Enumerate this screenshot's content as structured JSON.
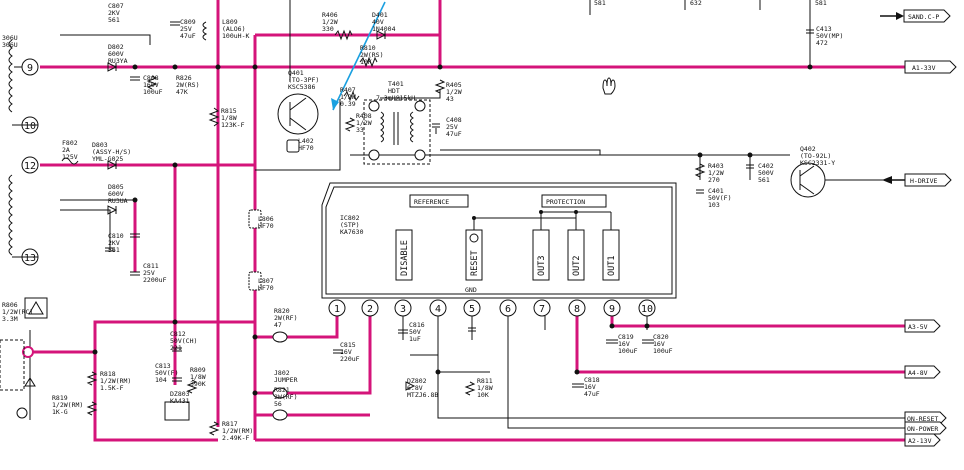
{
  "pins_left": [
    "9",
    "10",
    "12",
    "13"
  ],
  "ic_pins": [
    "1",
    "2",
    "3",
    "4",
    "5",
    "6",
    "7",
    "8",
    "9",
    "10"
  ],
  "ic": {
    "ref": "IC802",
    "part": "(STP)",
    "model": "KA7630",
    "reference": "REFERENCE",
    "protection": "PROTECTION",
    "disable": "DISABLE",
    "reset": "RESET",
    "gnd": "GND",
    "out3": "OUT3",
    "out2": "OUT2",
    "out1": "OUT1"
  },
  "connectors": [
    "SAND.C-P",
    "A1-33V",
    "H-DRIVE",
    "A3-5V",
    "A4-8V",
    "ON-RESET",
    "ON-POWER",
    "A2-13V"
  ],
  "parts": {
    "q401": [
      "Q401",
      "(TO-3PF)",
      "KSC5386"
    ],
    "d401": [
      "D401",
      "40V",
      "1N4004"
    ],
    "r406": [
      "R406",
      "1/2W",
      "330"
    ],
    "r810": [
      "R810",
      "2W(RS)",
      "10K"
    ],
    "r407": [
      "R407",
      "1/2W",
      "0.39"
    ],
    "r408": [
      "R408",
      "1/2W",
      "33"
    ],
    "t401": [
      "T401",
      "HDT",
      "7.3mH@15kH"
    ],
    "r405": [
      "R405",
      "1/2W",
      "43"
    ],
    "c408": [
      "C408",
      "25V",
      "47uF"
    ],
    "l402": [
      "L402",
      "HF70"
    ],
    "r403": [
      "R403",
      "1/2W",
      "270"
    ],
    "c402": [
      "C402",
      "500V",
      "561"
    ],
    "c401": [
      "C401",
      "50V(F)",
      "103"
    ],
    "q402": [
      "Q402",
      "(TO-92L)",
      "KSC2331-Y"
    ],
    "c413": [
      "C413",
      "50V(MP)",
      "472"
    ],
    "c807": [
      "C807",
      "2KV",
      "561"
    ],
    "d802": [
      "D802",
      "600V",
      "RU3YA"
    ],
    "c808": [
      "C808",
      "160V",
      "100uF"
    ],
    "c809": [
      "C809",
      "25V",
      "47uF"
    ],
    "r826": [
      "R826",
      "2W(RS)",
      "47K"
    ],
    "l809": [
      "L809",
      "(ALO6)",
      "100uH-K"
    ],
    "r815": [
      "R815",
      "1/8W",
      "123K-F"
    ],
    "f802": [
      "F802",
      "2A",
      "125V"
    ],
    "d803": [
      "D803",
      "(ASSY-H/S)",
      "YML-G025"
    ],
    "d805": [
      "D805",
      "600V",
      "RU3UA"
    ],
    "c810": [
      "C810",
      "2KV",
      "561"
    ],
    "c811": [
      "C811",
      "25V",
      "2200uF"
    ],
    "l806": [
      "L806",
      "HF70"
    ],
    "l807": [
      "L807",
      "HF70"
    ],
    "r806": [
      "R806",
      "1/2W(RC)",
      "3.3M"
    ],
    "c812": [
      "C812",
      "50V(CH)",
      "221"
    ],
    "r818": [
      "R818",
      "1/2W(RM)",
      "1.5K-F"
    ],
    "c813": [
      "C813",
      "50V(F)",
      "104"
    ],
    "r809": [
      "R809",
      "1/8W",
      "390K"
    ],
    "r819": [
      "R819",
      "1/2W(RM)",
      "1K-G"
    ],
    "dz803": [
      "DZ803",
      "KA431"
    ],
    "r817": [
      "R817",
      "1/2W(RM)",
      "2.49K-F"
    ],
    "r820": [
      "R820",
      "2W(RF)",
      "47"
    ],
    "j802": [
      "J802",
      "JUMPER"
    ],
    "r821": [
      "R821",
      "2W(RF)",
      "56"
    ],
    "c815": [
      "C815",
      "16V",
      "220uF"
    ],
    "c816": [
      "C816",
      "50V",
      "1uF"
    ],
    "dz802": [
      "DZ802",
      "6.8V",
      "MTZJ6.8B"
    ],
    "r811": [
      "R811",
      "1/8W",
      "10K"
    ],
    "c819": [
      "C819",
      "16V",
      "100uF"
    ],
    "c820": [
      "C820",
      "16V",
      "100uF"
    ],
    "c818": [
      "C818",
      "16V",
      "47uF"
    ],
    "misc_top": [
      "581",
      "632",
      "581",
      "306U",
      "306U"
    ]
  }
}
